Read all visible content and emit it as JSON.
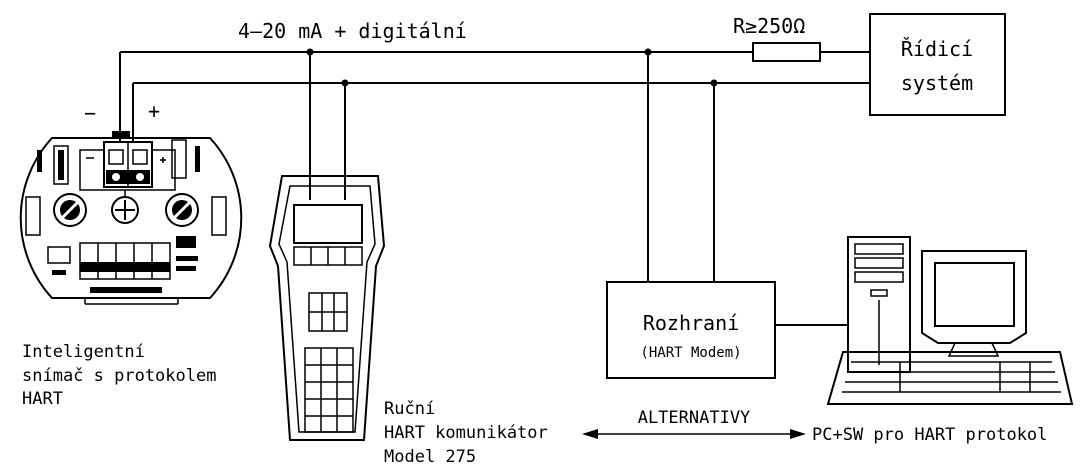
{
  "diagram": {
    "signal_label": "4–20 mA + digitální",
    "resistor_label": "R≥250Ω",
    "control_system": {
      "line1": "Řídicí",
      "line2": "systém"
    },
    "sensor": {
      "minus": "−",
      "plus": "+",
      "caption": [
        "Inteligentní",
        "snímač s protokolem",
        "HART"
      ]
    },
    "communicator": {
      "caption": [
        "Ruční",
        "HART komunikátor",
        "Model 275"
      ]
    },
    "interface": {
      "line1": "Rozhraní",
      "line2": "(HART Modem)"
    },
    "alternatives_label": "ALTERNATIVY",
    "pc_caption": "PC+SW pro HART protokol"
  },
  "colors": {
    "line": "#000000",
    "background": "#ffffff"
  }
}
